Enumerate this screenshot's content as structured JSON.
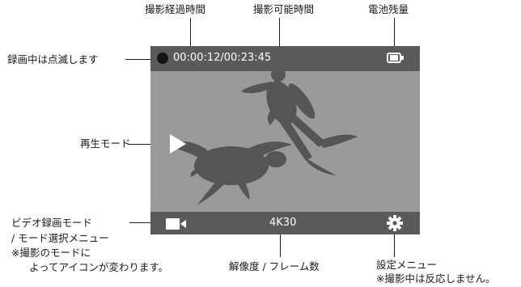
{
  "callouts": {
    "elapsed_time": "撮影経過時間",
    "remaining_time": "撮影可能時間",
    "battery": "電池残量",
    "rec_indicator": "録画中は点滅します",
    "playback_mode": "再生モード",
    "video_mode": [
      "ビデオ録画モード",
      "/ モード選択メニュー",
      "※撮影のモードに",
      "よってアイコンが変わります。"
    ],
    "resolution": "解像度 / フレーム数",
    "settings": [
      "設定メニュー",
      "※撮影中は反応しません。"
    ]
  },
  "screen": {
    "time_display": "00:00:12/00:23:45",
    "resolution_value": "4K30"
  },
  "icons": [
    "record-dot-icon",
    "battery-icon",
    "play-icon",
    "video-camera-icon",
    "gear-icon"
  ],
  "colors": {
    "screen": "#9a9a9a",
    "bars": "#5a5a5a",
    "silhouette": "#555555",
    "text": "#1a1a1a"
  }
}
